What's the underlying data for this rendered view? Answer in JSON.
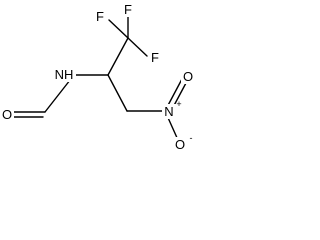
{
  "molecule": {
    "atoms": {
      "f_top": {
        "symbol": "F"
      },
      "f_left": {
        "symbol": "F"
      },
      "f_right": {
        "symbol": "F"
      },
      "amine_n": {
        "symbol": "NH"
      },
      "carbonyl_o": {
        "symbol": "O"
      },
      "nitro_n": {
        "symbol": "N",
        "charge": "+"
      },
      "nitro_o_top": {
        "symbol": "O"
      },
      "nitro_o_bottom": {
        "symbol": "O",
        "charge": "-"
      }
    }
  }
}
